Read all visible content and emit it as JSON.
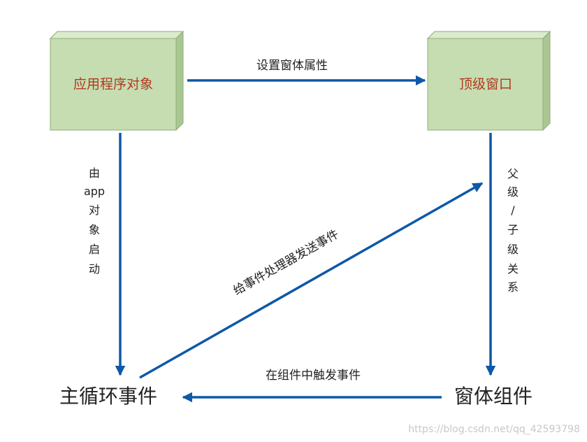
{
  "colors": {
    "box_face": "#c6ddb2",
    "box_top": "#dcebcd",
    "box_side": "#a9c693",
    "box_border": "#8fae78",
    "arrow": "#0e58a8",
    "box_text": "#b03a1e"
  },
  "nodes": {
    "app_object": "应用程序对象",
    "top_window": "顶级窗口",
    "main_loop": "主循环事件",
    "widget": "窗体组件"
  },
  "edges": {
    "set_properties": "设置窗体属性",
    "started_by_app": [
      "由",
      "app",
      "对",
      "象",
      "启",
      "动"
    ],
    "parent_child": [
      "父",
      "级",
      "/",
      "子",
      "级",
      "关",
      "系"
    ],
    "trigger_in_widget": "在组件中触发事件",
    "send_to_handler": "给事件处理器发送事件"
  },
  "watermark": "https://blog.csdn.net/qq_42593798"
}
